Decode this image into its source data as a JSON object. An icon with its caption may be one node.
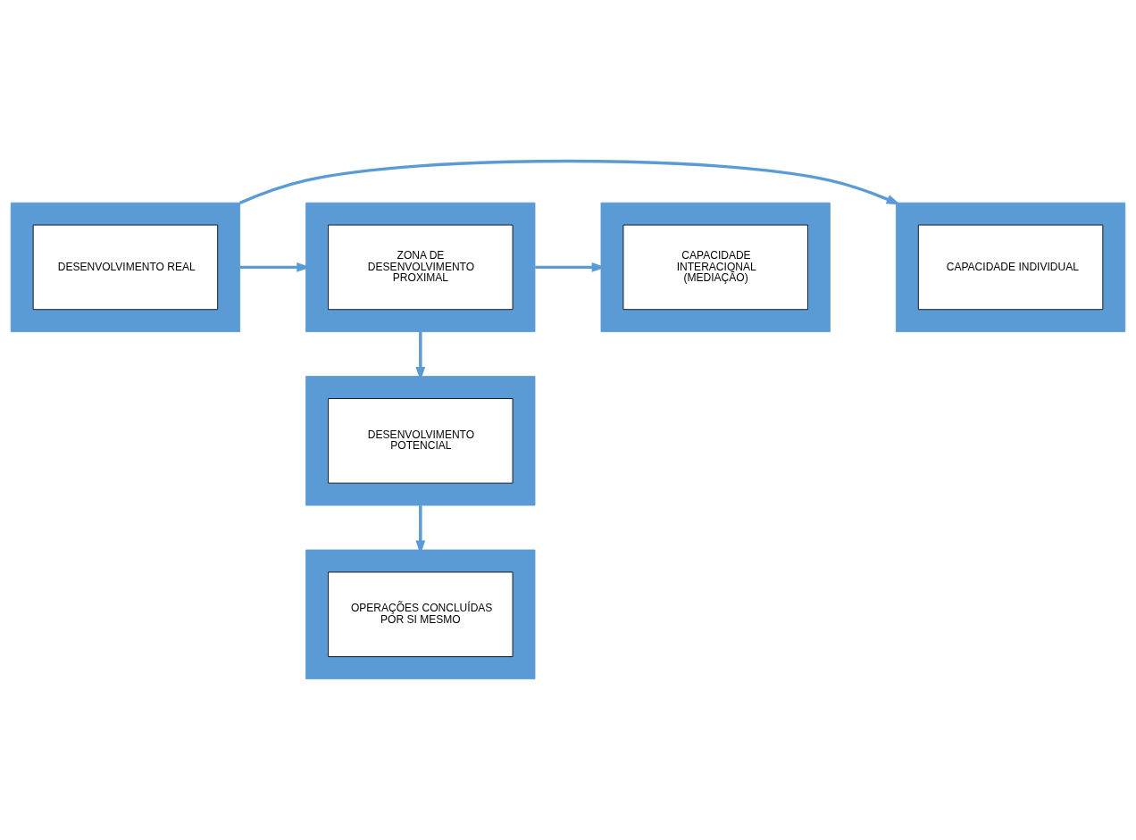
{
  "diagram": {
    "nodes": [
      {
        "text": [
          "DESENVOLVIMENTO REAL"
        ]
      },
      {
        "text": [
          "CAPACIDADE INDIVIDUAL"
        ]
      },
      {
        "text": [
          "ZONA DE DESENVOLVIMENTO PROXIMAL"
        ]
      },
      {
        "text": [
          "CAPACIDADE INTERACIONAL (MEDIAÇÃO)"
        ]
      },
      {
        "text": [
          "DESENVOLVIMENTO POTENCIAL"
        ]
      },
      {
        "text": [
          "OPERAÇÕES CONCLUÍDAS POR SI MESMO"
        ]
      }
    ],
    "edges": [
      {
        "from": 0,
        "to": 1,
        "arrow": "to"
      },
      {
        "from": 0,
        "to": 2,
        "arrow": "to"
      },
      {
        "from": 2,
        "to": 3,
        "arrow": "to"
      },
      {
        "from": 2,
        "to": 4,
        "arrow": "to"
      },
      {
        "from": 4,
        "to": 5,
        "arrow": "to"
      }
    ]
  }
}
